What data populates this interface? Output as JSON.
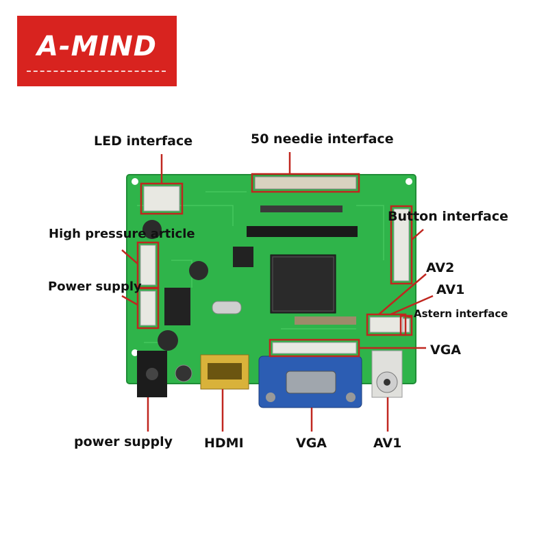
{
  "brand": {
    "logo_text": "A-MIND",
    "bg_color": "#d8231f"
  },
  "colors": {
    "pcb": "#2fb44a",
    "leader": "#c0261f",
    "vga_blue": "#2c5db3"
  },
  "labels": {
    "led_interface": "LED interface",
    "needle_interface": "50 needie interface",
    "button_interface": "Button interface",
    "high_pressure": "High pressure article",
    "power_supply_top": "Power supply",
    "av2": "AV2",
    "av1_top": "AV1",
    "astern_interface": "Astern interface",
    "vga_side": "VGA",
    "power_supply_bottom": "power supply",
    "hdmi": "HDMI",
    "vga_bottom": "VGA",
    "av1_bottom": "AV1"
  }
}
